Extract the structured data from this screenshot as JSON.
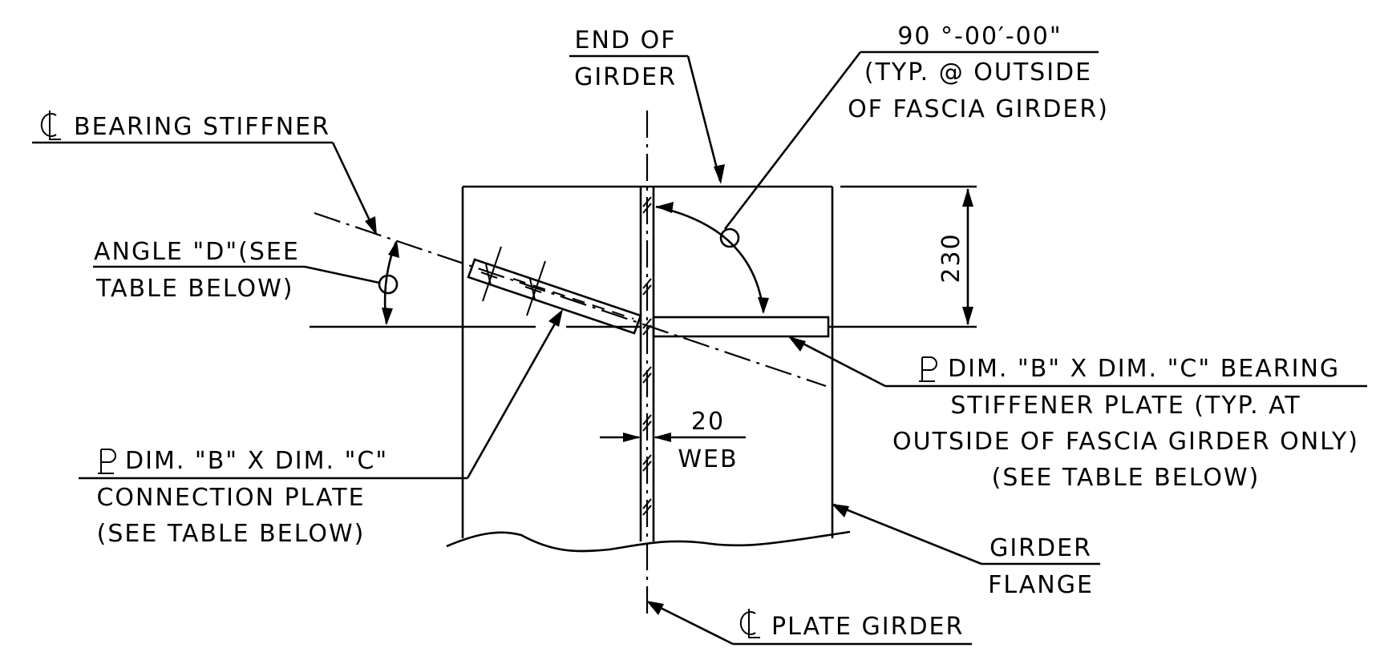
{
  "labels": {
    "end_of_girder_1": "END OF",
    "end_of_girder_2": "GIRDER",
    "angle_note_1": "90 °-00′-00\"",
    "angle_note_2": "(TYP. @ OUTSIDE",
    "angle_note_3": "OF FASCIA GIRDER)",
    "cl_bearing_stiffener": "BEARING STIFFNER",
    "angle_d_1": "ANGLE \"D\"(SEE",
    "angle_d_2": "TABLE BELOW)",
    "dim_230": "230",
    "bearing_plate_1": "DIM. \"B\" X DIM. \"C\" BEARING",
    "bearing_plate_2": "STIFFENER PLATE (TYP. AT",
    "bearing_plate_3": "OUTSIDE OF FASCIA GIRDER ONLY)",
    "bearing_plate_4": "(SEE TABLE BELOW)",
    "web_dim": "20",
    "web_label": "WEB",
    "conn_plate_1": "DIM. \"B\" X DIM. \"C\"",
    "conn_plate_2": "CONNECTION PLATE",
    "conn_plate_3": "(SEE TABLE BELOW)",
    "girder_flange_1": "GIRDER",
    "girder_flange_2": "FLANGE",
    "cl_plate_girder": "PLATE GIRDER"
  }
}
